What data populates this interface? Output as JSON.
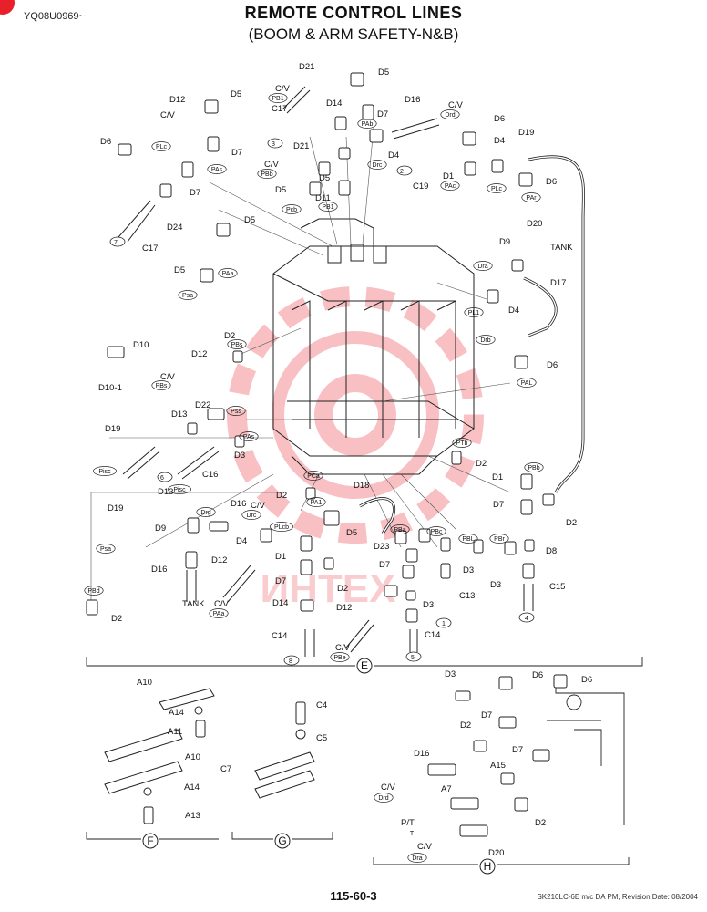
{
  "header": {
    "doc_id": "YQ08U0969~",
    "title": "REMOTE CONTROL LINES",
    "subtitle": "(BOOM & ARM SAFETY-N&B)"
  },
  "footer": {
    "page_number": "115-60-3",
    "revision_note": "SK210LC-6E m/c DA PM, Revision Date: 08/2004"
  },
  "watermark": {
    "text": "ИНТЕХ",
    "color": "#e8202a"
  },
  "colors": {
    "line": "#222222",
    "accent": "#e8202a"
  },
  "section_markers": [
    "E",
    "F",
    "G",
    "H"
  ],
  "part_labels": {
    "D21a": "D21",
    "D5a": "D5",
    "CVa": "C/V",
    "PB1a": "PB1",
    "C17a": "C17",
    "n3": "3",
    "D14a": "D14",
    "D7a": "D7",
    "PAba": "PAb",
    "D12a": "D12",
    "D5b": "D5",
    "CVb": "C/V",
    "PLcb": "PLc",
    "D7b": "D7",
    "PAsb": "PAs",
    "D6a": "D6",
    "D7c": "D7",
    "D24": "D24",
    "n7": "7",
    "C17b": "C17",
    "D21b": "D21",
    "CVc": "C/V",
    "Pbc": "PBb",
    "D5c": "D5",
    "D5d": "D5",
    "D11": "D11",
    "Pcb": "Pcb",
    "PB1b": "PB1",
    "D16a": "D16",
    "CVd": "C/V",
    "Drd": "Drd",
    "D4a": "D4",
    "Drc": "Drc",
    "n2": "2",
    "C19a": "C19",
    "D6b": "D6",
    "D4b": "D4",
    "D1a": "D1",
    "PAc": "PAc",
    "PLc2": "PLc",
    "D19a": "D19",
    "D6c": "D6",
    "PAr": "PAr",
    "D20a": "D20",
    "TANKa": "TANK",
    "D9a": "D9",
    "Dra": "Dra",
    "D17": "D17",
    "D5e": "D5",
    "PAa": "PAa",
    "D5f": "D5",
    "Psa": "Psa",
    "PL1": "PL1",
    "D4c": "D4",
    "Drb": "Drb",
    "D6d": "D6",
    "PAL": "PAL",
    "D2a": "D2",
    "PBsa": "PBs",
    "D10": "D10",
    "D10_1": "D10-1",
    "D12b": "D12",
    "CVe": "C/V",
    "PBs": "PBs",
    "D22": "D22",
    "Pss": "Pss",
    "D13a": "D13",
    "D19b": "D19",
    "Pisc": "Pisc",
    "n6": "6",
    "C16": "C16",
    "D3a": "D3",
    "PAsc": "PAs",
    "PTb": "PTb",
    "D2b": "D2",
    "PBb2": "PBb",
    "D1b": "D1",
    "D7d": "D7",
    "D2c": "D2",
    "D13b": "D13",
    "Pisc2": "Pisc",
    "PCa": "PCa",
    "D2d": "D2",
    "PA1": "PA1",
    "D18": "D18",
    "D19c": "D19",
    "Drg": "Drg",
    "D16b": "D16",
    "CVf": "C/V",
    "Drc2": "Drc",
    "D9b": "D9",
    "Psa2": "Psa",
    "PLcb2": "PLcb",
    "D4d": "D4",
    "D5g": "D5",
    "D1c": "D1",
    "PBa": "PBa",
    "D23": "D23",
    "PBc": "PBc",
    "PBL": "PBL",
    "PBr": "PBr",
    "D8": "D8",
    "D3b": "D3",
    "D3c": "D3",
    "D16c": "D16",
    "D12c": "D12",
    "D7e": "D7",
    "D2e": "D2",
    "D7f": "D7",
    "TANKb": "TANK",
    "CVg": "C/V",
    "PAa2": "PAa",
    "D14b": "D14",
    "C13": "C13",
    "D3d": "D3",
    "n1": "1",
    "C15": "C15",
    "n4": "4",
    "PBd": "PBd",
    "D2f": "D2",
    "D12d": "D12",
    "C14a": "C14",
    "n8": "8",
    "CVh": "C/V",
    "PBe": "PBe",
    "C14b": "C14",
    "n5": "5",
    "A10a": "A10",
    "A14a": "A14",
    "A11": "A11",
    "A10b": "A10",
    "A14b": "A14",
    "A13": "A13",
    "C4": "C4",
    "C5": "C5",
    "C7": "C7",
    "D3e": "D3",
    "D6e": "D6",
    "D6f": "D6",
    "D7g": "D7",
    "D2g": "D2",
    "D7h": "D7",
    "A15": "A15",
    "D16d": "D16",
    "CVi": "C/V",
    "Drd2": "Drd",
    "A7": "A7",
    "PT": "P/T",
    "T": "T",
    "D20b": "D20",
    "CVj": "C/V",
    "Dra2": "Dra",
    "D2h": "D2"
  }
}
